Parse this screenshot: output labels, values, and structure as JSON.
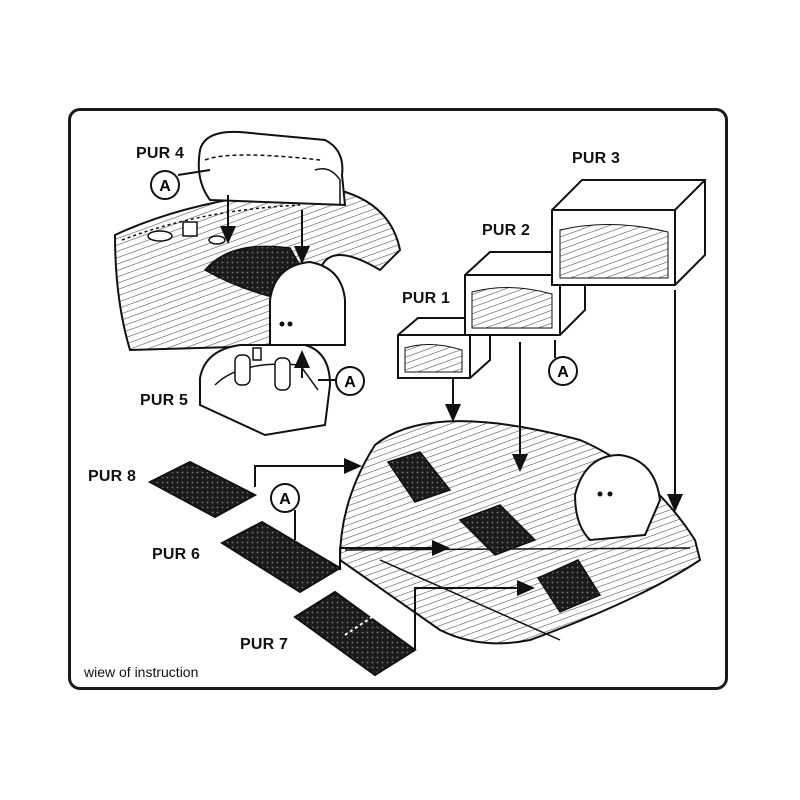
{
  "caption": "wiew of instruction",
  "labels": {
    "pur1": "PUR 1",
    "pur2": "PUR 2",
    "pur3": "PUR 3",
    "pur4": "PUR 4",
    "pur5": "PUR 5",
    "pur6": "PUR 6",
    "pur7": "PUR 7",
    "pur8": "PUR 8"
  },
  "callout_letter": "A",
  "colors": {
    "ink": "#111111",
    "panel_border": "#1a1a1a",
    "background": "#ffffff",
    "hatch": "#555555"
  }
}
